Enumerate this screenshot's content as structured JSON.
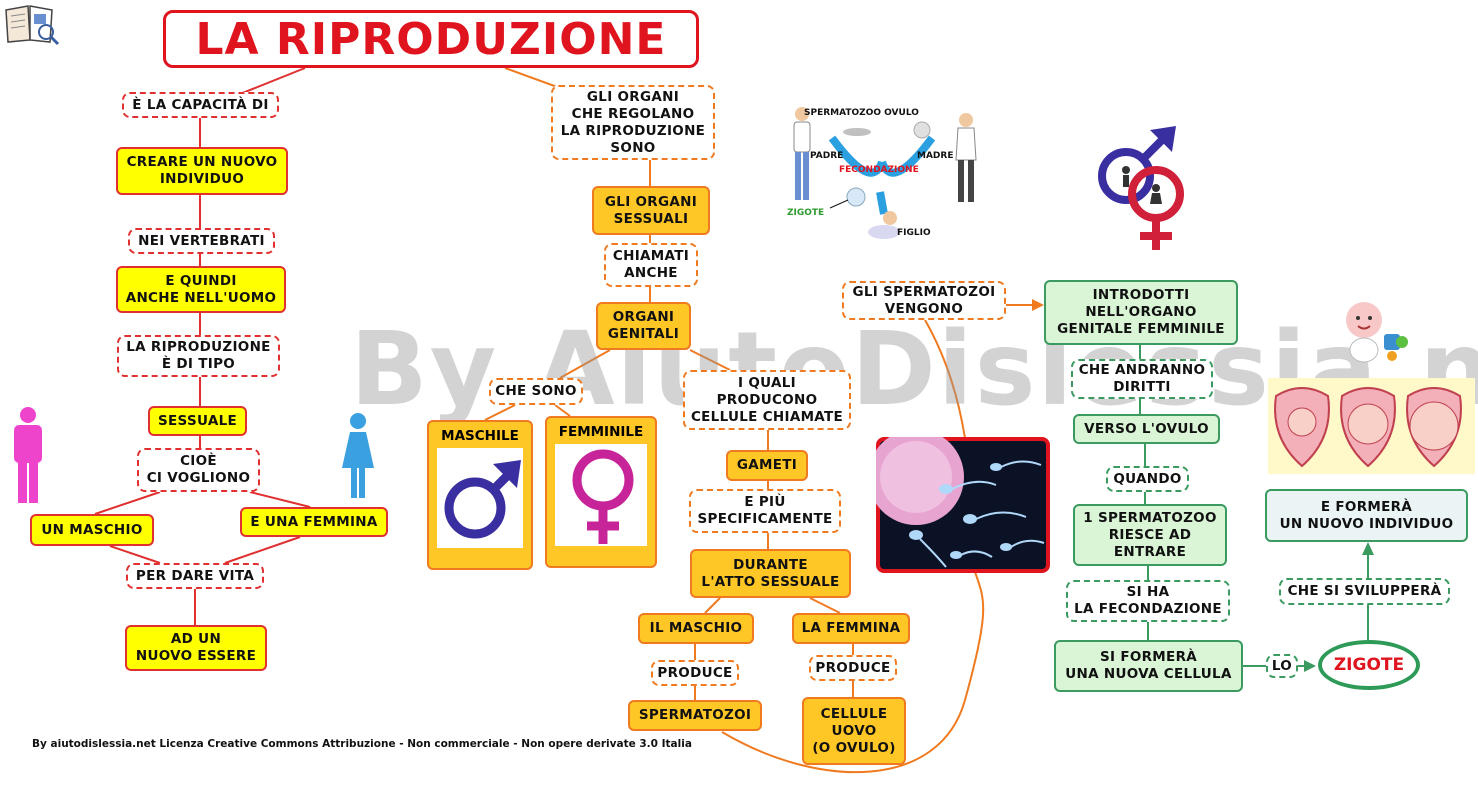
{
  "title": "LA RIPRODUZIONE",
  "watermark": "By AiutoDislessia.net",
  "footer": "By aiutodislessia.net Licenza Creative Commons Attribuzione - Non commerciale - Non opere derivate 3.0 Italia",
  "nodes": {
    "capacita": "È LA CAPACITÀ DI",
    "creare": "CREARE UN NUOVO\nINDIVIDUO",
    "vertebrati": "NEI VERTEBRATI",
    "quindi": "E QUINDI\nANCHE NELL'UOMO",
    "tipo": "LA RIPRODUZIONE\nÈ DI TIPO",
    "sessuale": "SESSUALE",
    "cioe": "CIOÈ\nCI VOGLIONO",
    "maschio": "UN MASCHIO",
    "femmina": "E UNA FEMMINA",
    "dare_vita": "PER DARE VITA",
    "nuovo_essere": "AD UN\nNUOVO ESSERE",
    "organi_regolano": "GLI ORGANI\nCHE REGOLANO\nLA RIPRODUZIONE\nSONO",
    "organi_sessuali": "GLI ORGANI\nSESSUALI",
    "chiamati": "CHIAMATI\nANCHE",
    "genitali": "ORGANI\nGENITALI",
    "che_sono": "CHE SONO",
    "quali": "I QUALI\nPRODUCONO\nCELLULE CHIAMATE",
    "gameti": "GAMETI",
    "piu_spec": "E PIÙ\nSPECIFICAMENTE",
    "durante": "DURANTE\nL'ATTO SESSUALE",
    "il_maschio": "IL MASCHIO",
    "la_femmina": "LA FEMMINA",
    "produce_m": "PRODUCE",
    "produce_f": "PRODUCE",
    "spermatozoi": "SPERMATOZOI",
    "cellule_uovo": "CELLULE\nUOVO\n(O OVULO)",
    "vengono": "GLI SPERMATOZOI\nVENGONO",
    "introdotti": "INTRODOTTI\nNELL'ORGANO\nGENITALE FEMMINILE",
    "andranno": "CHE ANDRANNO\nDIRITTI",
    "verso": "VERSO L'OVULO",
    "quando": "QUANDO",
    "riesce": "1 SPERMATOZOO\nRIESCE AD\nENTRARE",
    "fecondazione": "SI HA\nLA FECONDAZIONE",
    "formera_cellula": "SI FORMERÀ\nUNA NUOVA CELLULA",
    "lo": "LO",
    "zigote": "ZIGOTE",
    "sviluppera": "CHE SI SVILUPPERÀ",
    "formera_individuo": "E FORMERÀ\nUN NUOVO INDIVIDUO"
  },
  "cards": {
    "maschile": "MASCHILE",
    "femminile": "FEMMINILE"
  },
  "fert_labels": {
    "spermatozoo_ovulo": "SPERMATOZOO OVULO",
    "padre": "PADRE",
    "madre": "MADRE",
    "fecondazione": "FECONDAZIONE",
    "zigote": "ZIGOTE",
    "figlio": "FIGLIO"
  },
  "colors": {
    "red": "#e03030",
    "orange": "#f07a20",
    "green": "#3a9a60",
    "yellow": "#ffff00",
    "gold": "#ffc726",
    "male_blue": "#3a2fa0",
    "female_pink": "#c8249a",
    "female_figure": "#3aa0e0",
    "male_figure": "#ee44cc"
  }
}
